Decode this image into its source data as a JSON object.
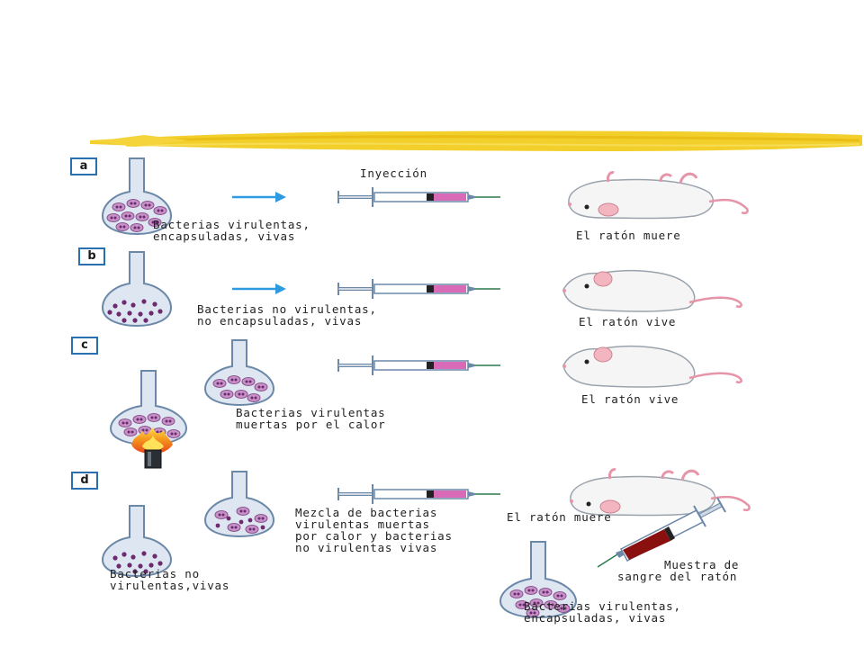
{
  "colors": {
    "banner": "#f2cf2a",
    "panel_box_border": "#2a6fb0",
    "arrow": "#2e9be0",
    "flask_outline": "#6b88a8",
    "flask_fill": "#dde6f1",
    "capsule_fill": "#c692c7",
    "cell_dot": "#6d2a6f",
    "syringe_liquid": "#d96ab8",
    "blood": "#8a1010",
    "mouse_body": "#f5f5f5",
    "mouse_ear": "#f3b6c1",
    "flame": "#f08a1c"
  },
  "panels": [
    {
      "id": "a",
      "label": "a",
      "flask_text": [
        "Bacterias virulentas,",
        "encapsuladas, vivas"
      ],
      "injection_label": "Inyección",
      "result": "El ratón muere"
    },
    {
      "id": "b",
      "label": "b",
      "flask_text": [
        "Bacterias no virulentas,",
        "no encapsuladas, vivas"
      ],
      "result": "El ratón vive"
    },
    {
      "id": "c",
      "label": "c",
      "flask_text": [
        "Bacterias virulentas",
        "muertas por el calor"
      ],
      "result": "El ratón vive"
    },
    {
      "id": "d",
      "label": "d",
      "flask_text_left": [
        "Bacterias no",
        "virulentas,vivas"
      ],
      "mix_text": [
        "Mezcla de bacterias",
        "virulentas muertas",
        "por calor y bacterias",
        "no virulentas vivas"
      ],
      "result": "El ratón muere",
      "sample_text": [
        "Muestra de",
        "sangre del ratón"
      ],
      "final_flask_text": [
        "Bacterias virulentas,",
        "encapsuladas, vivas"
      ]
    }
  ]
}
